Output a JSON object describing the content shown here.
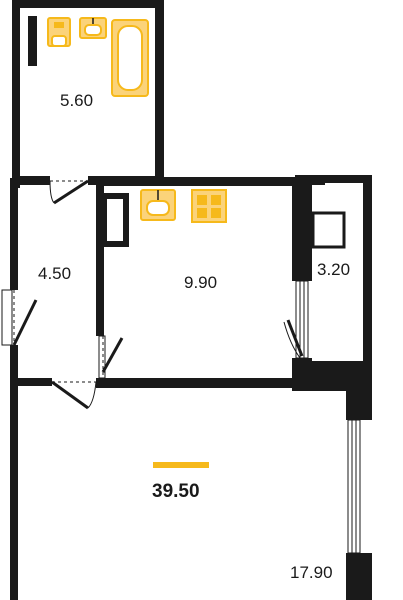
{
  "plan": {
    "wall_color": "#1a1a1a",
    "fixture_color": "#f6b91b",
    "fixture_fill": "#fbd37a",
    "background": "#ffffff"
  },
  "rooms": [
    {
      "id": "bathroom",
      "area": "5.60"
    },
    {
      "id": "hall",
      "area": "4.50"
    },
    {
      "id": "kitchen",
      "area": "9.90"
    },
    {
      "id": "balcony",
      "area": "3.20"
    },
    {
      "id": "living-room",
      "area": "17.90"
    }
  ],
  "total_area": "39.50",
  "icons": {
    "toilet": "toilet-icon",
    "bathroom_sink": "bathroom-sink-icon",
    "bathtub": "bathtub-icon",
    "kitchen_sink": "kitchen-sink-icon",
    "stove": "stove-icon"
  }
}
